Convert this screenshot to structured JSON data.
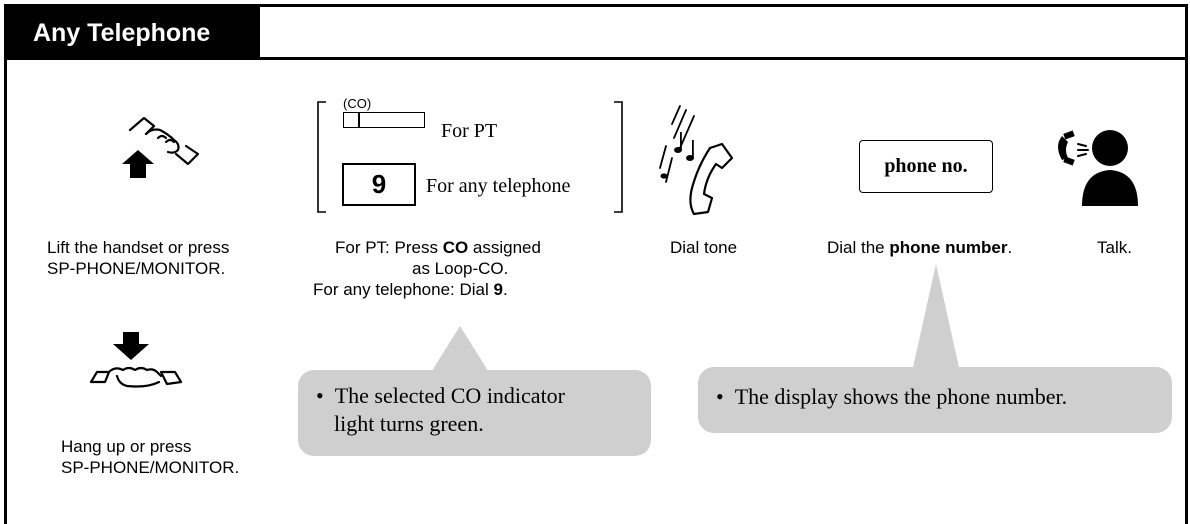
{
  "section": {
    "title": "Any Telephone"
  },
  "step_lift": {
    "caption_line1": "Lift the handset or press",
    "caption_line2": "SP-PHONE/MONITOR."
  },
  "step_co": {
    "co_key_label": "(CO)",
    "for_pt_label": "For PT",
    "dial_digit": "9",
    "for_any_label": "For any telephone",
    "caption_line1_prefix": "For PT: Press ",
    "caption_line1_bold": "CO",
    "caption_line1_suffix": " assigned",
    "caption_line2": "as Loop-CO.",
    "caption_line3_prefix": "For any telephone: Dial ",
    "caption_line3_bold": "9",
    "caption_line3_suffix": "."
  },
  "step_tone": {
    "caption": "Dial tone"
  },
  "step_phone": {
    "box_label": "phone no.",
    "caption_prefix": "Dial the ",
    "caption_bold": "phone number",
    "caption_suffix": "."
  },
  "step_talk": {
    "caption": "Talk."
  },
  "step_hangup": {
    "caption_line1": "Hang up or press",
    "caption_line2": "SP-PHONE/MONITOR."
  },
  "callouts": {
    "co_indicator_line1": "The selected CO indicator",
    "co_indicator_line2": "light turns green.",
    "display": "The display shows the phone number."
  },
  "colors": {
    "callout_gray": "#cfcfcf",
    "ink": "#000000"
  }
}
